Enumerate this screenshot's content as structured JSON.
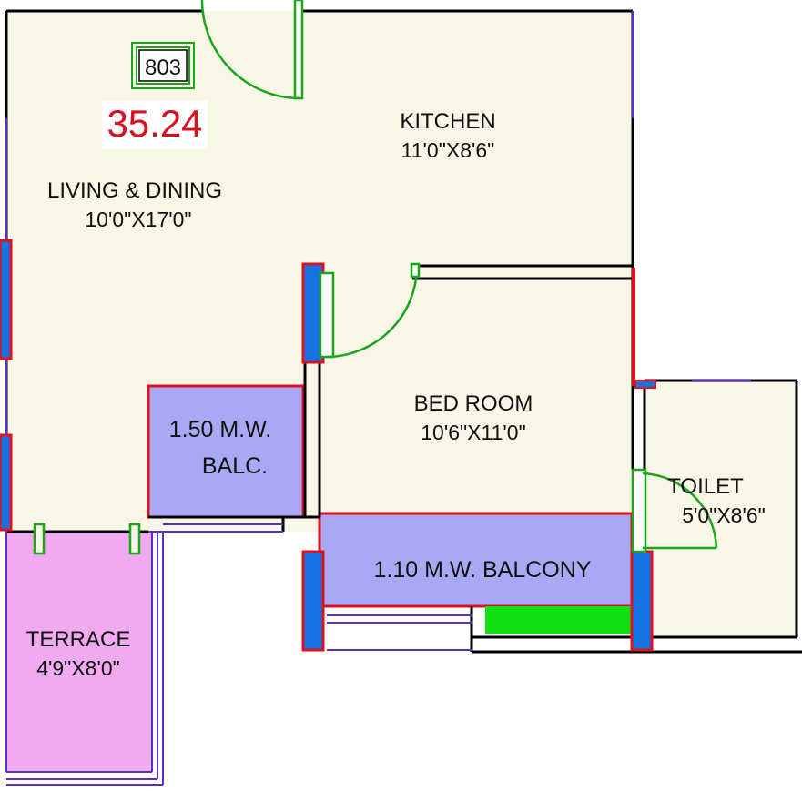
{
  "unit": {
    "number": "803",
    "area": "35.24"
  },
  "rooms": {
    "living": {
      "name": "LIVING & DINING",
      "size": "10'0\"X17'0\""
    },
    "kitchen": {
      "name": "KITCHEN",
      "size": "11'0\"X8'6\""
    },
    "bedroom": {
      "name": "BED ROOM",
      "size": "10'6\"X11'0\""
    },
    "toilet": {
      "name": "TOILET",
      "size": "5'0\"X8'6\""
    },
    "terrace": {
      "name": "TERRACE",
      "size": "4'9\"X8'0\""
    }
  },
  "balconies": {
    "small": {
      "line1": "1.50 M.W.",
      "line2": "BALC."
    },
    "large": {
      "label": "1.10 M.W. BALCONY"
    }
  },
  "colors": {
    "floor": "#f8f6e6",
    "wall": "#000000",
    "door": "#1aa51a",
    "window_frame": "#e0101e",
    "window_glass": "#1673e6",
    "balcony_fill": "#a8a8f5",
    "terrace_fill": "#f0aaf0",
    "railing": "#5a2fc8",
    "duct": "#10e010",
    "area_text": "#d8101e"
  }
}
